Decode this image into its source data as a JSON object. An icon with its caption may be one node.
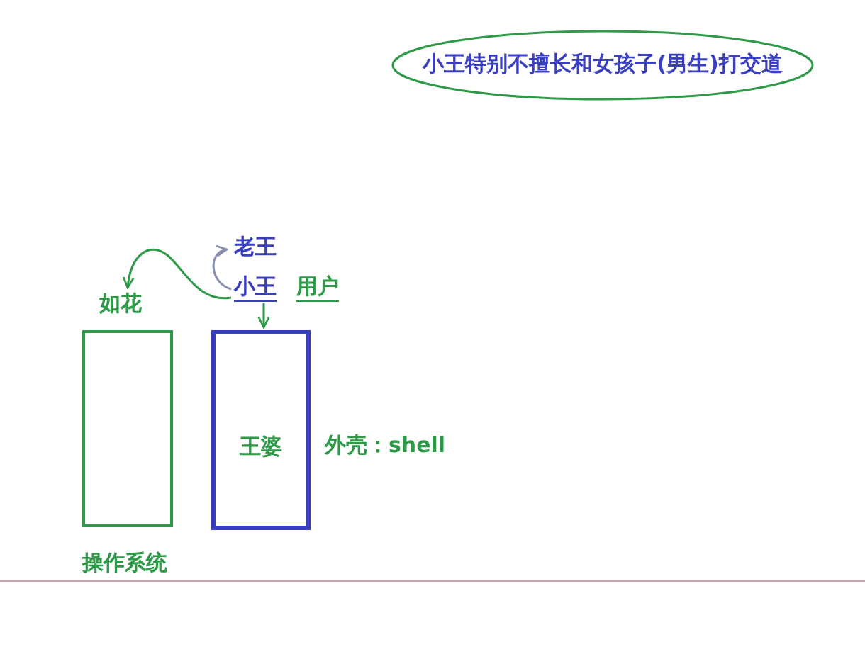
{
  "diagram": {
    "nodes": [
      {
        "text": [
          "小王特别不擅长和女孩子(男生)打交道"
        ]
      },
      {
        "text": [
          "老王"
        ]
      },
      {
        "text": [
          "小王"
        ],
        "beside": [
          "用户"
        ]
      },
      {
        "text": [
          "如花"
        ]
      },
      {
        "text": [
          "王婆"
        ],
        "beside": [
          "外壳：shell"
        ]
      }
    ],
    "edges": [
      {
        "from": 2,
        "to": 1,
        "arrow": "to",
        "color": "#8a8fb0"
      },
      {
        "from": 2,
        "to": 3,
        "arrow": "to"
      },
      {
        "from": 2,
        "to": 4,
        "arrow": "to"
      }
    ],
    "labels": [
      "操作系统"
    ]
  }
}
